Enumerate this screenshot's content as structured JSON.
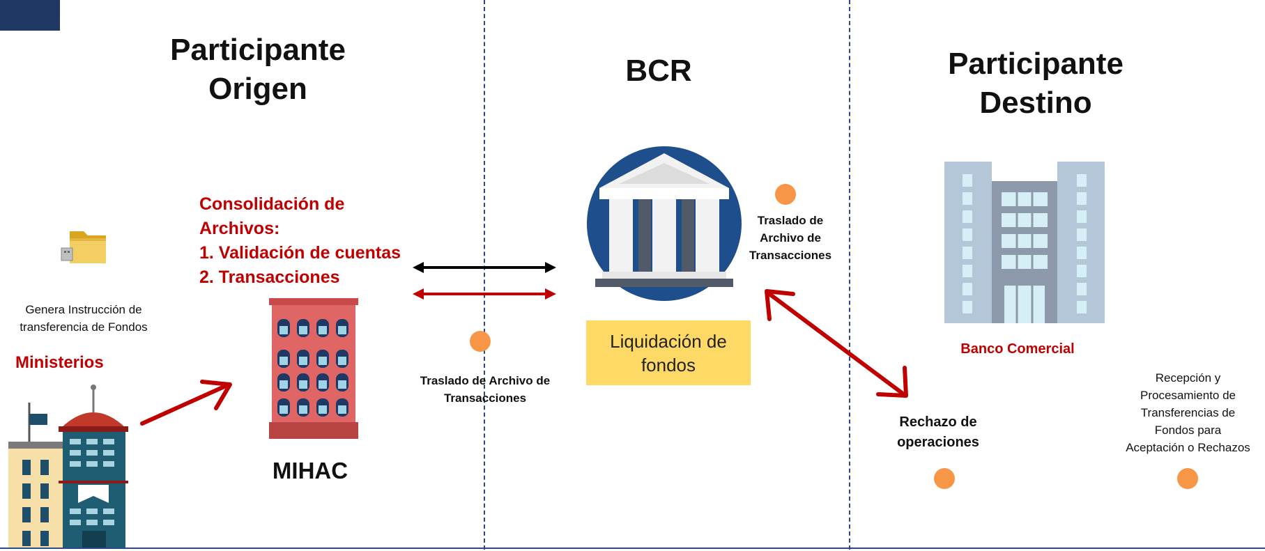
{
  "columns": {
    "origin": {
      "title_line1": "Participante",
      "title_line2": "Origen"
    },
    "bcr": {
      "title": "BCR"
    },
    "destination": {
      "title_line1": "Participante",
      "title_line2": "Destino"
    }
  },
  "origin": {
    "folder_caption_line1": "Genera Instrucción de",
    "folder_caption_line2": "transferencia de Fondos",
    "ministerios_label": "Ministerios",
    "consolidation_title_line1": "Consolidación de",
    "consolidation_title_line2": "Archivos:",
    "consolidation_item1": "1. Validación de cuentas",
    "consolidation_item2": "2. Transacciones",
    "mihac_label": "MIHAC"
  },
  "transfer_left": {
    "line1": "Traslado de Archivo de",
    "line2": "Transacciones"
  },
  "bcr": {
    "transfer_right_line1": "Traslado de",
    "transfer_right_line2": "Archivo de",
    "transfer_right_line3": "Transacciones",
    "settlement_line1": "Liquidación de",
    "settlement_line2": "fondos"
  },
  "destination": {
    "bank_label": "Banco Comercial",
    "rejection_line1": "Rechazo de",
    "rejection_line2": "operaciones",
    "reception_line1": "Recepción y",
    "reception_line2": "Procesamiento de",
    "reception_line3": "Transferencias de",
    "reception_line4": "Fondos para",
    "reception_line5": "Aceptación o Rechazos"
  },
  "icons": [
    "folder-usb-icon",
    "ministry-buildings-icon",
    "mihac-building-icon",
    "central-bank-icon",
    "commercial-bank-building-icon"
  ],
  "colors": {
    "accent_red": "#c00000",
    "dot_orange": "#f79646",
    "navy": "#1f3864",
    "settlement_fill": "#ffd966"
  }
}
